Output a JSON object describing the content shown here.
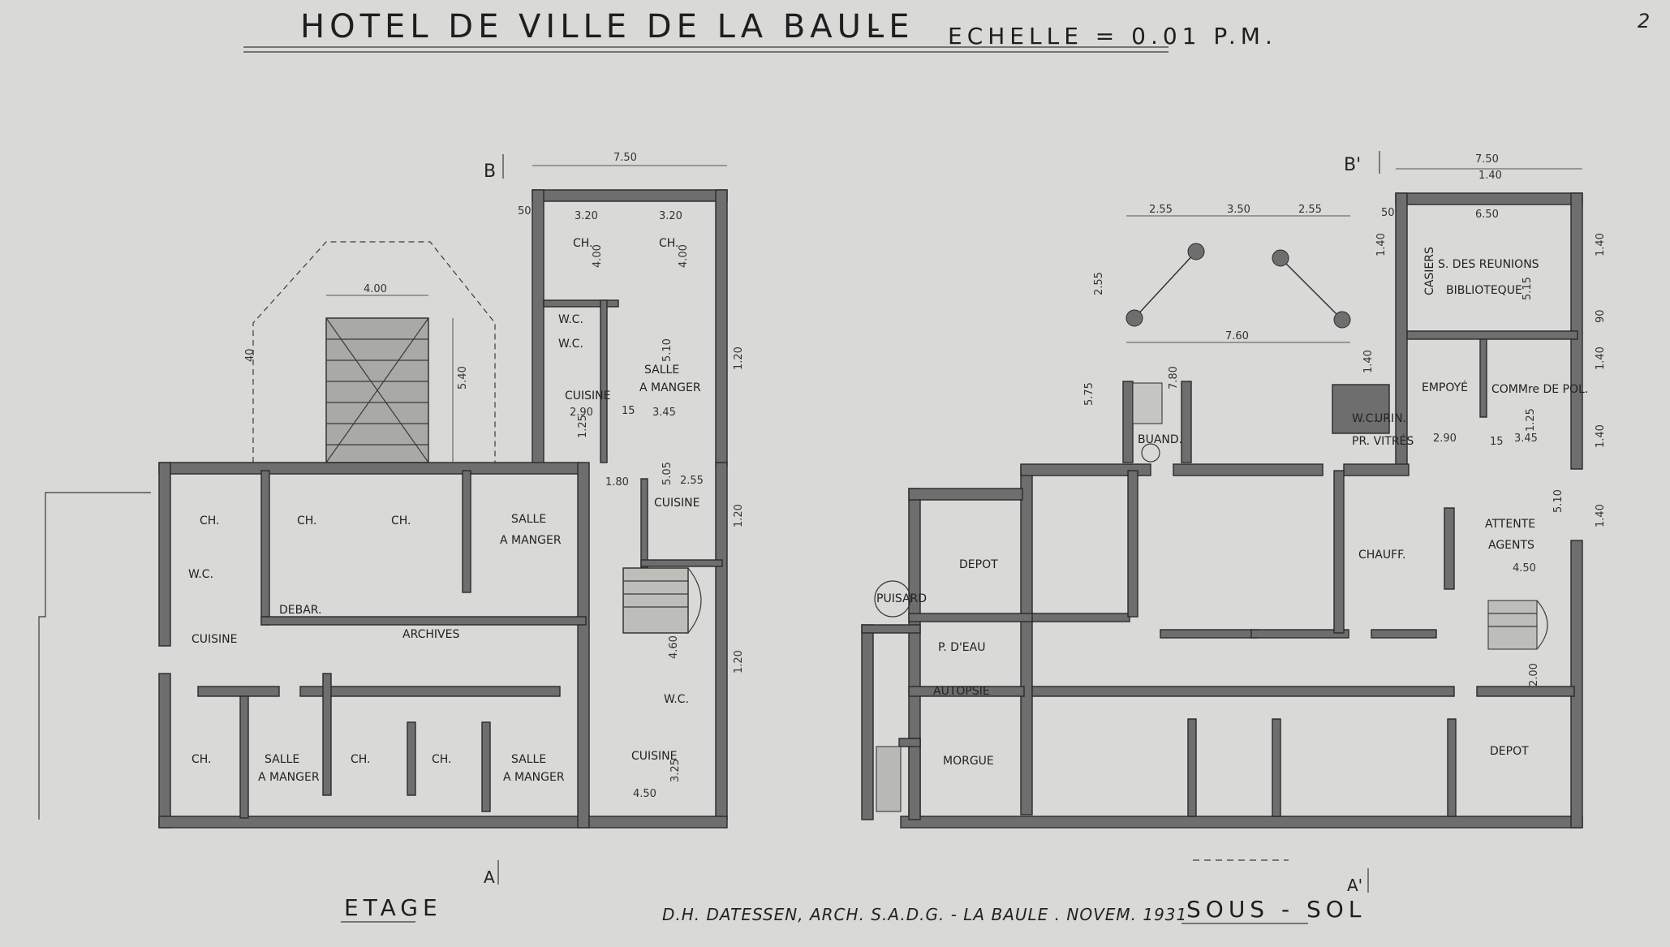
{
  "sheet": {
    "title": "HOTEL DE VILLE DE LA BAULE",
    "title_dash": "-",
    "scale": "ECHELLE = 0.01 P.M.",
    "page_number": "2",
    "signature": "D.H. DATESSEN, ARCH. S.A.D.G. - LA BAULE . NOVEM. 1931"
  },
  "plans": {
    "etage": {
      "label": "ETAGE",
      "section_marks": {
        "top": "B",
        "bottom": "A"
      },
      "dimensions": {
        "overall_width": "7.50",
        "width_a": "3.20",
        "width_b": "3.20",
        "depth_ch": "4.00",
        "depth_ch_b": "4.00",
        "oriel_width": "4.00",
        "oriel_height": "5.40",
        "salle_depth": "5.10",
        "cuisine_w": "2.90",
        "salle_w": "3.45",
        "cuis2_w": "2.55",
        "cuis2_h": "5.05",
        "stair": "4.60",
        "cuis3_w": "4.50",
        "cuis3_h": "3.25",
        "side_a": "1.80",
        "side_b": "1.20",
        "side_c": "1.20",
        "side_d": "1.20",
        "w50": "50",
        "w40": "40",
        "w15": "15",
        "w125": "1.25"
      },
      "rooms": {
        "ch_1": "CH.",
        "ch_2": "CH.",
        "wc_1": "W.C.",
        "wc_2": "W.C.",
        "cuisine_1": "CUISINE",
        "salle_1": "SALLE",
        "salle_1b": "A MANGER",
        "ch_3": "CH.",
        "ch_4": "CH.",
        "ch_5": "CH.",
        "salle_2": "SALLE",
        "salle_2b": "A MANGER",
        "cuisine_2": "CUISINE",
        "wc_3": "W.C.",
        "cuisine_3": "CUISINE",
        "debar": "DEBAR.",
        "archives": "ARCHIVES",
        "ch_6": "CH.",
        "salle_3": "SALLE",
        "salle_3b": "A MANGER",
        "ch_7": "CH.",
        "ch_8": "CH.",
        "salle_4": "SALLE",
        "salle_4b": "A MANGER",
        "wc_4": "W.C.",
        "cuisine_4": "CUISINE"
      }
    },
    "sous_sol": {
      "label": "SOUS - SOL",
      "section_marks": {
        "top": "B'",
        "bottom": "A'"
      },
      "dimensions": {
        "overall_width": "7.50",
        "sub_width": "1.40",
        "inner_width": "6.50",
        "bay_a": "2.55",
        "bay_b": "3.50",
        "bay_c": "2.55",
        "bay_h": "2.55",
        "bay_inner": "7.60",
        "buand_h": "5.75",
        "buand_h2": "7.80",
        "reunions_h": "5.15",
        "empl_w": "2.90",
        "comm_w": "3.45",
        "attente_w": "4.50",
        "attente_h": "5.10",
        "stair_h": "2.00",
        "side_a": "1.40",
        "side_b": "1.40",
        "side_c": "1.40",
        "side_d": "1.40",
        "side_e": "1.40",
        "w50": "50",
        "w90": "90",
        "w15": "15",
        "w125": "1.25",
        "w140": "1.40"
      },
      "rooms": {
        "reunions": "S. DES REUNIONS",
        "bibliotheque": "BIBLIOTEQUE",
        "casiers": "CASIERS",
        "employe": "EMPOYÉ",
        "commissaire": "COMMre DE POL.",
        "wc": "W.C.",
        "urin": "URIN.",
        "vitres": "PR. VITRÉS",
        "buand": "BUAND.",
        "depot_1": "DEPOT",
        "puisard": "PUISARD",
        "p_deau": "P. D'EAU",
        "autopsie": "AUTOPSIE",
        "morgue": "MORGUE",
        "chauff": "CHAUFF.",
        "attente": "ATTENTE",
        "agents": "AGENTS",
        "depot_2": "DEPOT"
      }
    }
  },
  "colors": {
    "paper": "#d9d9d7",
    "wall": "#6e6e6e",
    "ink": "#222222"
  }
}
